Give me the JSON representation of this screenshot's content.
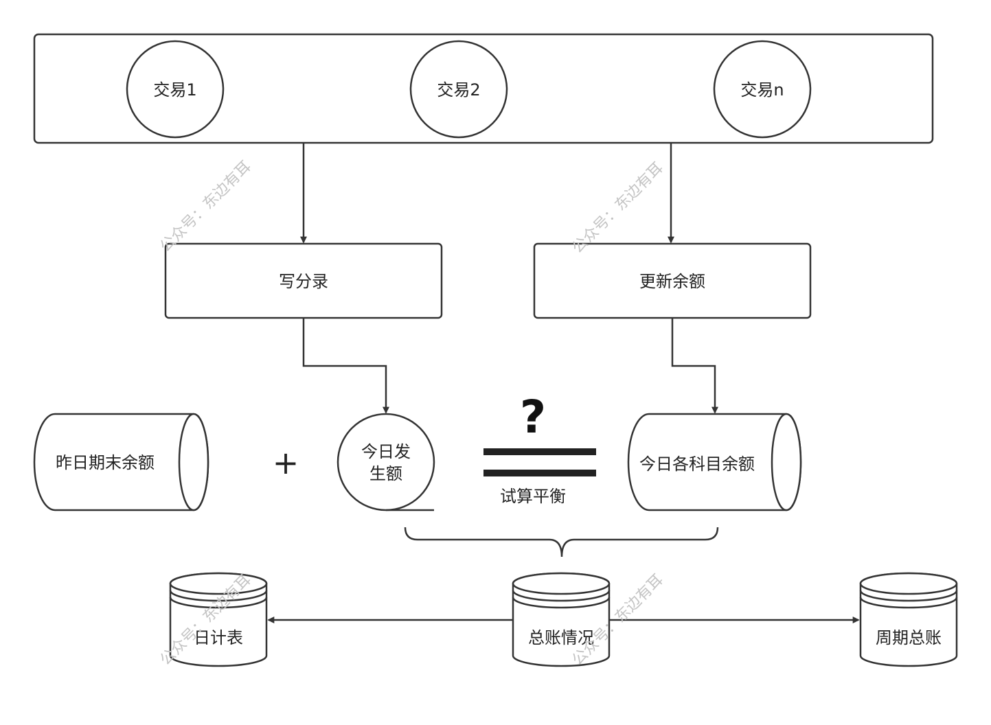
{
  "transactions": {
    "t1": "交易1",
    "t2": "交易2",
    "tn": "交易n"
  },
  "process": {
    "write_entries": "写分录",
    "update_balance": "更新余额"
  },
  "equation": {
    "yesterday_balance_line1": "昨日期末余额",
    "plus": "+",
    "today_amount_line1": "今日发",
    "today_amount_line2": "生额",
    "question": "?",
    "trial_balance": "试算平衡",
    "today_subject_balance": "今日各科目余额"
  },
  "storage": {
    "daily_table": "日计表",
    "ledger_status": "总账情况",
    "periodic_ledger": "周期总账"
  },
  "watermark": "公众号：东边有耳"
}
